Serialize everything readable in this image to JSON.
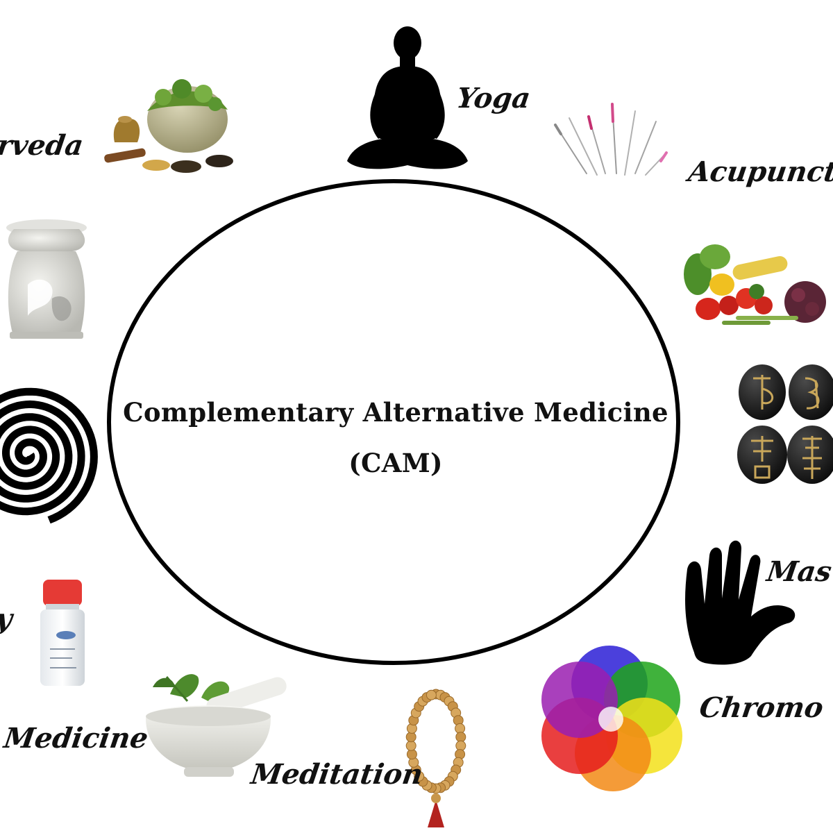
{
  "center": {
    "title": "Complementary Alternative Medicine",
    "abbr": "(CAM)"
  },
  "labels": {
    "yoga": "Yoga",
    "ayurveda": "rveda",
    "acupuncture": "Acupunctu",
    "massage": "Mas",
    "chromo": "Chromo th",
    "meditation": "Meditation",
    "herbal": "Medicine",
    "homeopathy": "y"
  },
  "icons": {
    "yoga": "meditating-person-icon",
    "ayurveda": "herbs-and-spices-icon",
    "acupuncture": "acupuncture-needles-icon",
    "aroma": "oil-burner-icon",
    "diet": "vegetables-icon",
    "hypnosis": "spiral-icon",
    "reiki": "reiki-stones-icon",
    "homeopathy": "medicine-bottle-icon",
    "herbal": "mortar-pestle-icon",
    "meditation": "prayer-beads-icon",
    "massage": "hand-icon",
    "chromo": "color-wheel-icon"
  },
  "colors": {
    "outline": "#000000",
    "text": "#111111",
    "background": "#ffffff"
  }
}
